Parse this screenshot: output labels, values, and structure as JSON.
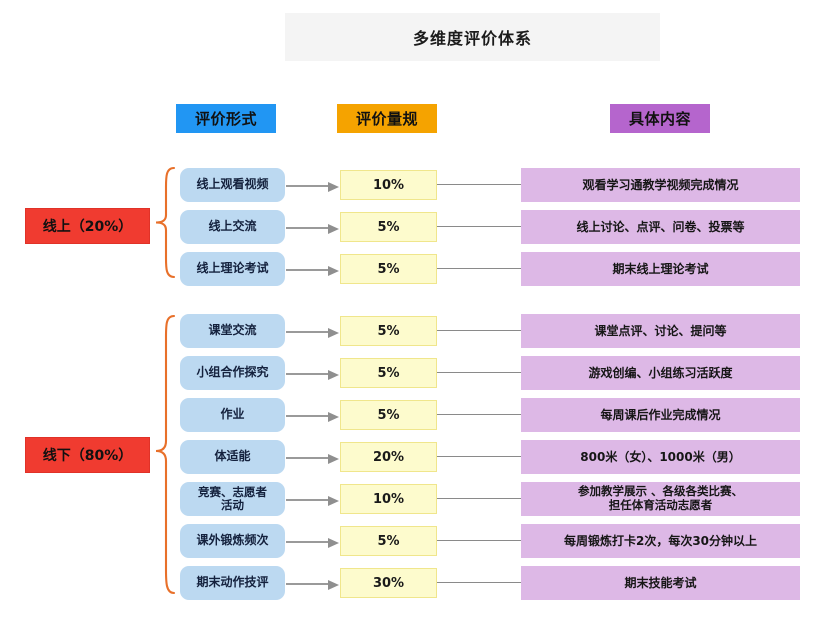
{
  "title": "多维度评价体系",
  "columns": {
    "form_label": "评价形式",
    "rubric_label": "评价量规",
    "detail_label": "具体内容"
  },
  "colors": {
    "form_badge": "#2196f3",
    "rubric_badge": "#f5a300",
    "detail_badge": "#b565cd",
    "group_label": "#f03b30",
    "form_box": "#bcd9f1",
    "pct_box": "#fdfbcd",
    "detail_box": "#ddb8e6",
    "brace": "#e8702a",
    "arrow": "#9a9a9a",
    "title_bar": "#f4f4f4"
  },
  "groups": [
    {
      "label": "线上（20%）",
      "rows": [
        {
          "form": "线上观看视频",
          "pct": "10%",
          "detail": "观看学习通教学视频完成情况"
        },
        {
          "form": "线上交流",
          "pct": "5%",
          "detail": "线上讨论、点评、问卷、投票等"
        },
        {
          "form": "线上理论考试",
          "pct": "5%",
          "detail": "期末线上理论考试"
        }
      ]
    },
    {
      "label": "线下（80%）",
      "rows": [
        {
          "form": "课堂交流",
          "pct": "5%",
          "detail": "课堂点评、讨论、提问等"
        },
        {
          "form": "小组合作探究",
          "pct": "5%",
          "detail": "游戏创编、小组练习活跃度"
        },
        {
          "form": "作业",
          "pct": "5%",
          "detail": "每周课后作业完成情况"
        },
        {
          "form": "体适能",
          "pct": "20%",
          "detail": "800米（女）、1000米（男）"
        },
        {
          "form": "竞赛、志愿者\n活动",
          "pct": "10%",
          "detail": "参加教学展示 、各级各类比赛、\n担任体育活动志愿者"
        },
        {
          "form": "课外锻炼频次",
          "pct": "5%",
          "detail": "每周锻炼打卡2次，每次30分钟以上"
        },
        {
          "form": "期末动作技评",
          "pct": "30%",
          "detail": "期末技能考试"
        }
      ]
    }
  ]
}
